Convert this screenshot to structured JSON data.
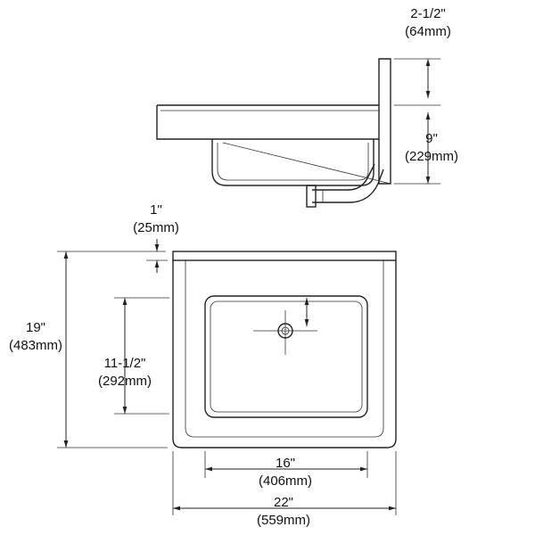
{
  "dimensions": {
    "backsplash_height": {
      "inches": "2-1/2\"",
      "mm": "(64mm)"
    },
    "bowl_depth": {
      "inches": "9\"",
      "mm": "(229mm)"
    },
    "rim_to_drain": {
      "inches": "1\"",
      "mm": "(25mm)"
    },
    "overall_depth": {
      "inches": "19\"",
      "mm": "(483mm)"
    },
    "bowl_front_back": {
      "inches": "11-1/2\"",
      "mm": "(292mm)"
    },
    "bowl_width": {
      "inches": "16\"",
      "mm": "(406mm)"
    },
    "overall_width": {
      "inches": "22\"",
      "mm": "(559mm)"
    }
  },
  "colors": {
    "line": "#222222",
    "background": "#ffffff"
  }
}
